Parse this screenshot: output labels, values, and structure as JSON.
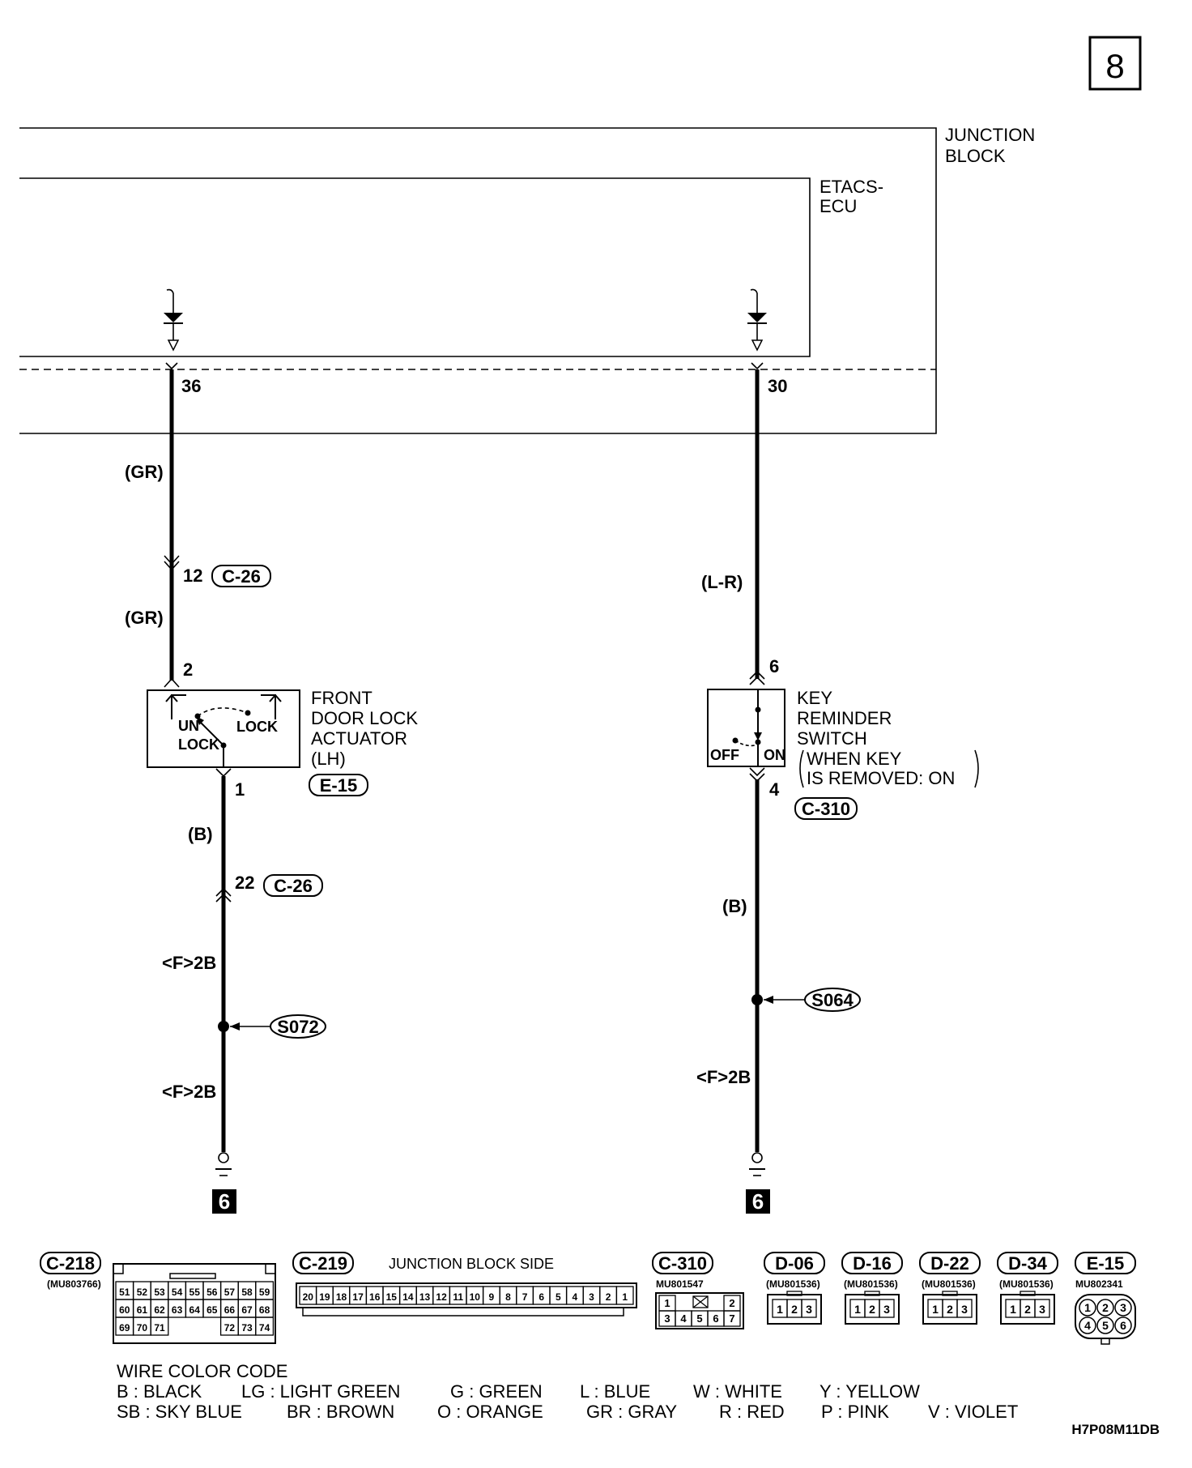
{
  "page_number": "8",
  "blocks": {
    "junction_block": [
      "JUNCTION",
      "BLOCK"
    ],
    "etacs_ecu": [
      "ETACS-",
      "ECU"
    ]
  },
  "left_circuit": {
    "pin_top": "36",
    "wire_color_1": "(GR)",
    "connector_1_pin": "12",
    "connector_1_id": "C-26",
    "wire_color_2": "(GR)",
    "actuator_pin_in": "2",
    "actuator_name": [
      "FRONT",
      "DOOR LOCK",
      "ACTUATOR",
      "(LH)"
    ],
    "actuator_connector": "E-15",
    "switch_unlock": [
      "UN",
      "LOCK"
    ],
    "switch_lock": "LOCK",
    "actuator_pin_out": "1",
    "wire_color_3": "(B)",
    "connector_2_pin": "22",
    "connector_2_id": "C-26",
    "wire_spec_1": "<F>2B",
    "splice": "S072",
    "wire_spec_2": "<F>2B",
    "ground": "6"
  },
  "right_circuit": {
    "pin_top": "30",
    "wire_color_1": "(L-R)",
    "switch_pin_in": "6",
    "switch_name": [
      "KEY",
      "REMINDER",
      "SWITCH",
      "WHEN KEY",
      "IS REMOVED: ON"
    ],
    "switch_off": "OFF",
    "switch_on": "ON",
    "switch_pin_out": "4",
    "switch_connector": "C-310",
    "wire_color_2": "(B)",
    "splice": "S064",
    "wire_spec": "<F>2B",
    "ground": "6"
  },
  "connectors": {
    "c218": {
      "id": "C-218",
      "part": "(MU803766)",
      "rows": [
        [
          "51",
          "52",
          "53",
          "54",
          "55",
          "56",
          "57",
          "58",
          "59"
        ],
        [
          "60",
          "61",
          "62",
          "63",
          "64",
          "65",
          "66",
          "67",
          "68"
        ],
        [
          "69",
          "70",
          "71",
          "",
          "",
          "",
          "72",
          "73",
          "74"
        ]
      ]
    },
    "c219": {
      "id": "C-219",
      "caption": "JUNCTION BLOCK SIDE",
      "pins": [
        "20",
        "19",
        "18",
        "17",
        "16",
        "15",
        "14",
        "13",
        "12",
        "11",
        "10",
        "9",
        "8",
        "7",
        "6",
        "5",
        "4",
        "3",
        "2",
        "1"
      ]
    },
    "c310": {
      "id": "C-310",
      "part": "MU801547",
      "top_row": [
        "1",
        "2"
      ],
      "bottom_row": [
        "3",
        "4",
        "5",
        "6",
        "7"
      ]
    },
    "d06": {
      "id": "D-06",
      "part": "(MU801536)",
      "pins": [
        "1",
        "2",
        "3"
      ]
    },
    "d16": {
      "id": "D-16",
      "part": "(MU801536)",
      "pins": [
        "1",
        "2",
        "3"
      ]
    },
    "d22": {
      "id": "D-22",
      "part": "(MU801536)",
      "pins": [
        "1",
        "2",
        "3"
      ]
    },
    "d34": {
      "id": "D-34",
      "part": "(MU801536)",
      "pins": [
        "1",
        "2",
        "3"
      ]
    },
    "e15": {
      "id": "E-15",
      "part": "MU802341",
      "pins": [
        "1",
        "2",
        "3",
        "4",
        "5",
        "6"
      ]
    }
  },
  "wire_color_code": {
    "title": "WIRE COLOR CODE",
    "row1": [
      "B : BLACK",
      "LG : LIGHT GREEN",
      "G : GREEN",
      "L : BLUE",
      "W : WHITE",
      "Y : YELLOW"
    ],
    "row2": [
      "SB : SKY BLUE",
      "BR : BROWN",
      "O : ORANGE",
      "GR : GRAY",
      "R : RED",
      "P : PINK",
      "V : VIOLET"
    ]
  },
  "figure_code": "H7P08M11DB"
}
